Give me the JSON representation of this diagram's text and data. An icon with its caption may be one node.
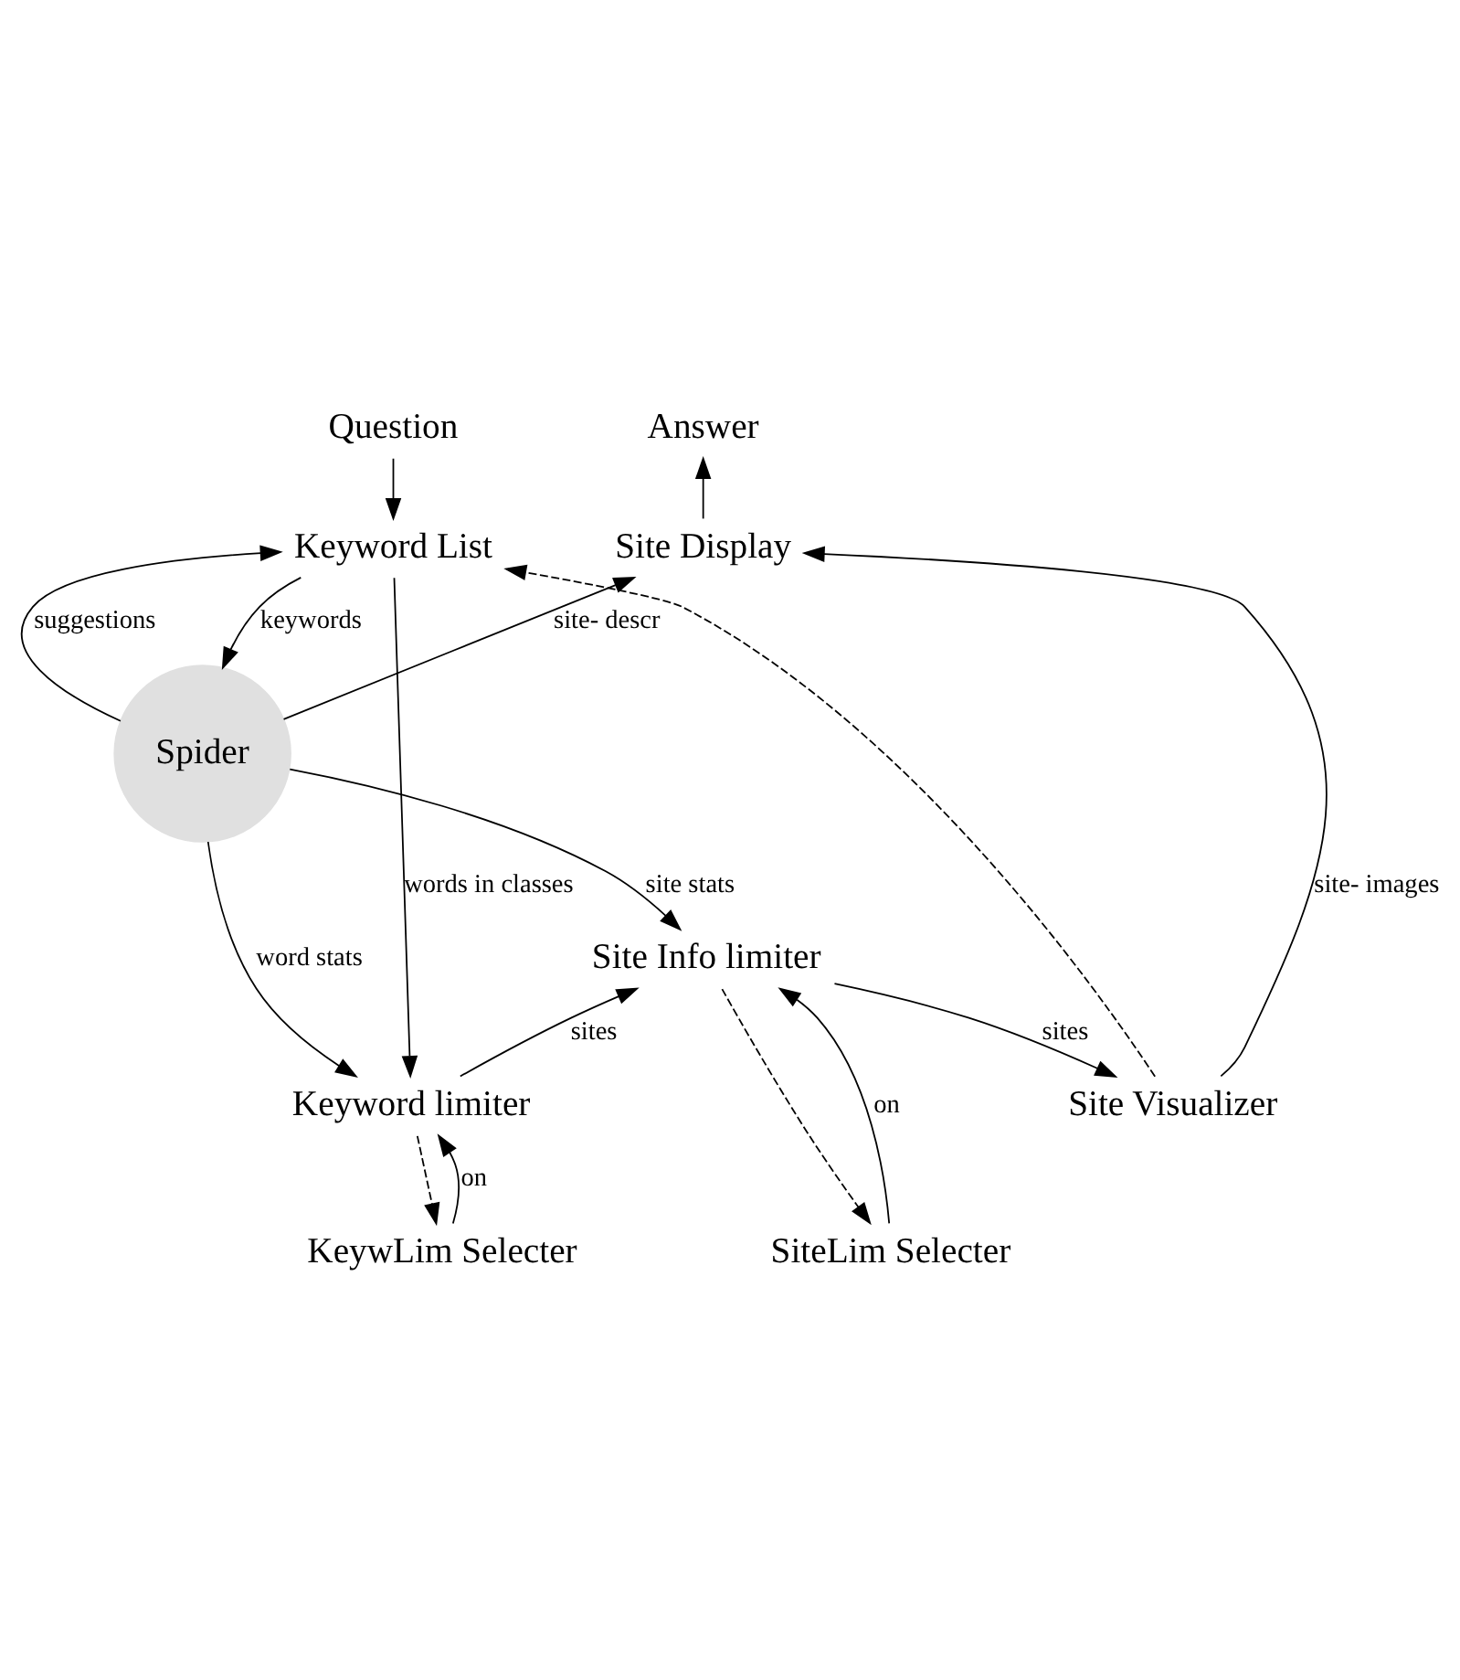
{
  "diagram": {
    "nodes": [
      {
        "text": [
          "Question"
        ]
      },
      {
        "text": [
          "Answer"
        ]
      },
      {
        "text": [
          "Keyword List"
        ]
      },
      {
        "text": [
          "Site Display"
        ]
      },
      {
        "text": [
          "Spider"
        ]
      },
      {
        "text": [
          "Keyword limiter"
        ]
      },
      {
        "text": [
          "Site Visualizer"
        ]
      },
      {
        "text": [
          "Site Info limiter"
        ]
      },
      {
        "text": [
          "KeywLim Selecter"
        ]
      },
      {
        "text": [
          "SiteLim Selecter"
        ]
      }
    ],
    "edges": [
      {
        "from": 0,
        "to": 2,
        "arrow": "to"
      },
      {
        "from": 3,
        "to": 1,
        "arrow": "to"
      },
      {
        "from": 4,
        "to": 2,
        "arrow": "to",
        "label": "suggestions"
      },
      {
        "from": 6,
        "to": 2,
        "arrow": "to",
        "style": "dashed"
      },
      {
        "from": 2,
        "to": 4,
        "arrow": "to",
        "label": "keywords"
      },
      {
        "from": 4,
        "to": 3,
        "arrow": "to",
        "label": "site- descr"
      },
      {
        "from": 2,
        "to": 5,
        "arrow": "to",
        "label": "words in classes"
      },
      {
        "from": 4,
        "to": 5,
        "arrow": "to",
        "label": "word stats"
      },
      {
        "from": 4,
        "to": 7,
        "arrow": "to",
        "label": "site stats"
      },
      {
        "from": 6,
        "to": 3,
        "arrow": "to",
        "label": "site- images"
      },
      {
        "from": 5,
        "to": 7,
        "arrow": "to",
        "label": "sites"
      },
      {
        "from": 7,
        "to": 6,
        "arrow": "to",
        "label": "sites"
      },
      {
        "from": 8,
        "to": 5,
        "arrow": "to",
        "label": "on"
      },
      {
        "from": 5,
        "to": 8,
        "arrow": "to",
        "style": "dashed"
      },
      {
        "from": 7,
        "to": 9,
        "arrow": "to",
        "style": "dashed"
      },
      {
        "from": 9,
        "to": 7,
        "arrow": "to",
        "label": "on"
      }
    ]
  }
}
